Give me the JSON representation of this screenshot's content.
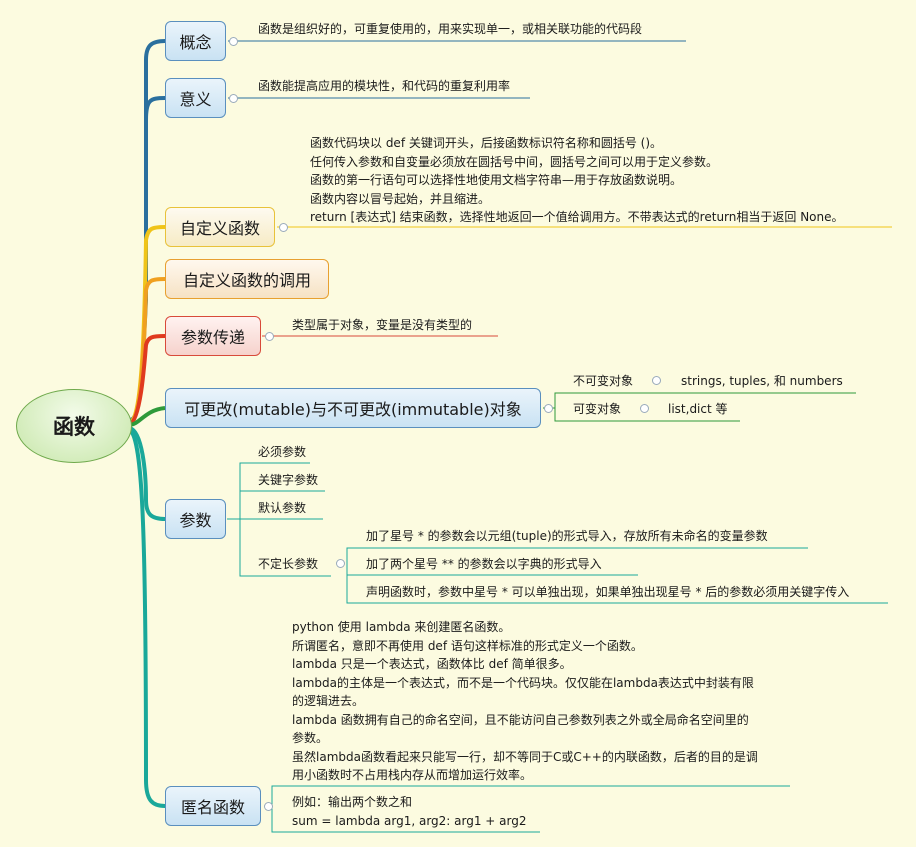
{
  "root": "函数",
  "nodes": {
    "concept": {
      "label": "概念",
      "desc": "函数是组织好的，可重复使用的，用来实现单一，或相关联功能的代码段"
    },
    "meaning": {
      "label": "意义",
      "desc": "函数能提高应用的模块性，和代码的重复利用率"
    },
    "custom": {
      "label": "自定义函数",
      "desc": [
        "函数代码块以 def 关键词开头，后接函数标识符名称和圆括号 ()。",
        "任何传入参数和自变量必须放在圆括号中间，圆括号之间可以用于定义参数。",
        "函数的第一行语句可以选择性地使用文档字符串—用于存放函数说明。",
        "函数内容以冒号起始，并且缩进。",
        "return [表达式] 结束函数，选择性地返回一个值给调用方。不带表达式的return相当于返回 None。"
      ]
    },
    "call": {
      "label": "自定义函数的调用"
    },
    "passing": {
      "label": "参数传递",
      "desc": "类型属于对象，变量是没有类型的"
    },
    "mutable": {
      "label": "可更改(mutable)与不可更改(immutable)对象",
      "immutable_label": "不可变对象",
      "immutable_val": "strings, tuples, 和 numbers",
      "mutable_label": "可变对象",
      "mutable_val": "list,dict 等"
    },
    "params": {
      "label": "参数",
      "required": "必须参数",
      "keyword": "关键字参数",
      "default": "默认参数",
      "varlen": "不定长参数",
      "varlen_items": [
        "加了星号 * 的参数会以元组(tuple)的形式导入，存放所有未命名的变量参数",
        "加了两个星号 ** 的参数会以字典的形式导入",
        "声明函数时，参数中星号 * 可以单独出现，如果单独出现星号 * 后的参数必须用关键字传入"
      ]
    },
    "anon": {
      "label": "匿名函数",
      "desc": [
        "python 使用 lambda 来创建匿名函数。",
        "所谓匿名，意即不再使用 def 语句这样标准的形式定义一个函数。",
        "lambda 只是一个表达式，函数体比 def 简单很多。",
        "lambda的主体是一个表达式，而不是一个代码块。仅仅能在lambda表达式中封装有限",
        "的逻辑进去。",
        "lambda 函数拥有自己的命名空间，且不能访问自己参数列表之外或全局命名空间里的",
        "参数。",
        "虽然lambda函数看起来只能写一行，却不等同于C或C++的内联函数，后者的目的是调",
        "用小函数时不占用栈内存从而增加运行效率。"
      ],
      "example": [
        "例如：输出两个数之和",
        "sum = lambda arg1, arg2: arg1 + arg2"
      ]
    }
  }
}
